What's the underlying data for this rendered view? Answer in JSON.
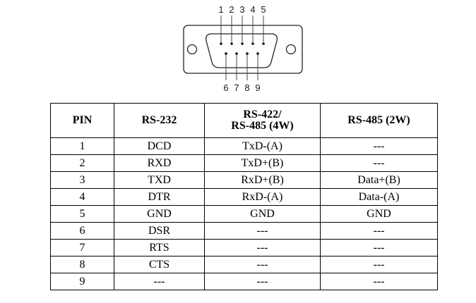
{
  "connector": {
    "top_pins": [
      "1",
      "2",
      "3",
      "4",
      "5"
    ],
    "bottom_pins": [
      "6",
      "7",
      "8",
      "9"
    ]
  },
  "table": {
    "headers": [
      "PIN",
      "RS-232",
      "RS-422/\nRS-485 (4W)",
      "RS-485 (2W)"
    ],
    "header_line1": "RS-422/",
    "header_line2": "RS-485 (4W)",
    "rows": [
      [
        "1",
        "DCD",
        "TxD-(A)",
        "---"
      ],
      [
        "2",
        "RXD",
        "TxD+(B)",
        "---"
      ],
      [
        "3",
        "TXD",
        "RxD+(B)",
        "Data+(B)"
      ],
      [
        "4",
        "DTR",
        "RxD-(A)",
        "Data-(A)"
      ],
      [
        "5",
        "GND",
        "GND",
        "GND"
      ],
      [
        "6",
        "DSR",
        "---",
        "---"
      ],
      [
        "7",
        "RTS",
        "---",
        "---"
      ],
      [
        "8",
        "CTS",
        "---",
        "---"
      ],
      [
        "9",
        "---",
        "---",
        "---"
      ]
    ]
  }
}
